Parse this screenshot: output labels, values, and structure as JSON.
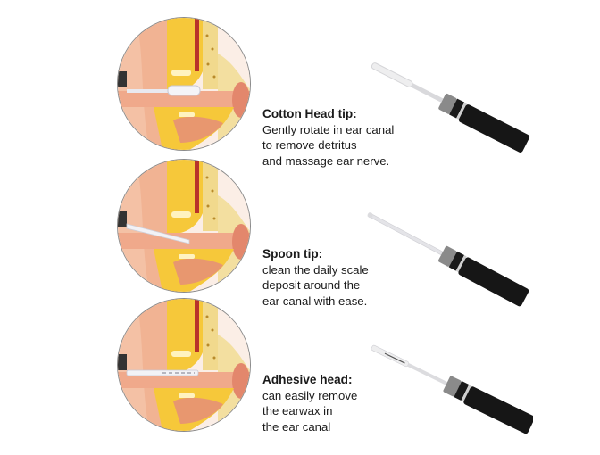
{
  "panels": [
    {
      "tip": "cotton-head",
      "title": "Cotton Head tip:",
      "lines": [
        "Gently rotate in ear canal",
        "to remove detritus",
        "and massage ear nerve."
      ]
    },
    {
      "tip": "spoon",
      "title": "Spoon tip:",
      "lines": [
        "clean the daily scale",
        "deposit around the",
        "ear canal with ease."
      ]
    },
    {
      "tip": "adhesive-head",
      "title": "Adhesive head:",
      "lines": [
        "can easily remove",
        "the earwax in",
        "the ear canal"
      ]
    }
  ],
  "colors": {
    "skin": "#f2b89a",
    "skin_dark": "#e59d7f",
    "cartilage": "#f6c83a",
    "bone": "#f3dfa0",
    "vessel": "#b8332a",
    "tool_body": "#161616",
    "ring": "#bdbdbd",
    "text": "#1a1a1a"
  }
}
